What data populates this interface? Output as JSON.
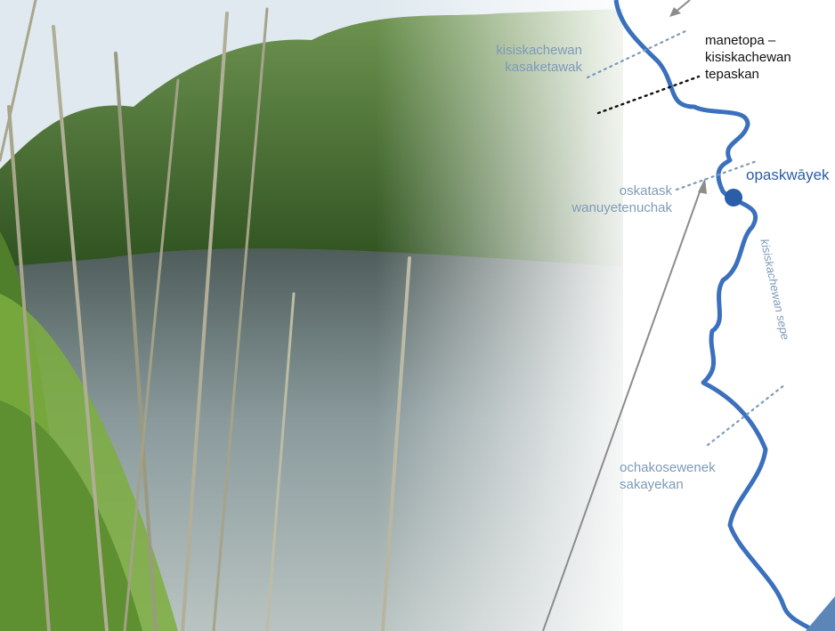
{
  "labels": {
    "boundary_sask": "kisiskachewan\nkasaketawak",
    "boundary_man_sask": "manetopa –\nkisiskachewan\ntepaskan",
    "town": "opaskwāyek",
    "region_carrot": "oskatask\nwanuyetenuchak",
    "river": "kisiskachewan sepe",
    "region_forest": "ochakosewenek\nsakayekan"
  },
  "colors": {
    "river": "#3b70bd",
    "town_dot": "#2a5ea8",
    "label_gray": "#7d9bb8",
    "pointer_gray": "#8c8c8c",
    "sky": "#dfe9ef",
    "forest": "#3f6a2c",
    "reeds": "#6fa23a",
    "water": "#6d7f7f"
  }
}
